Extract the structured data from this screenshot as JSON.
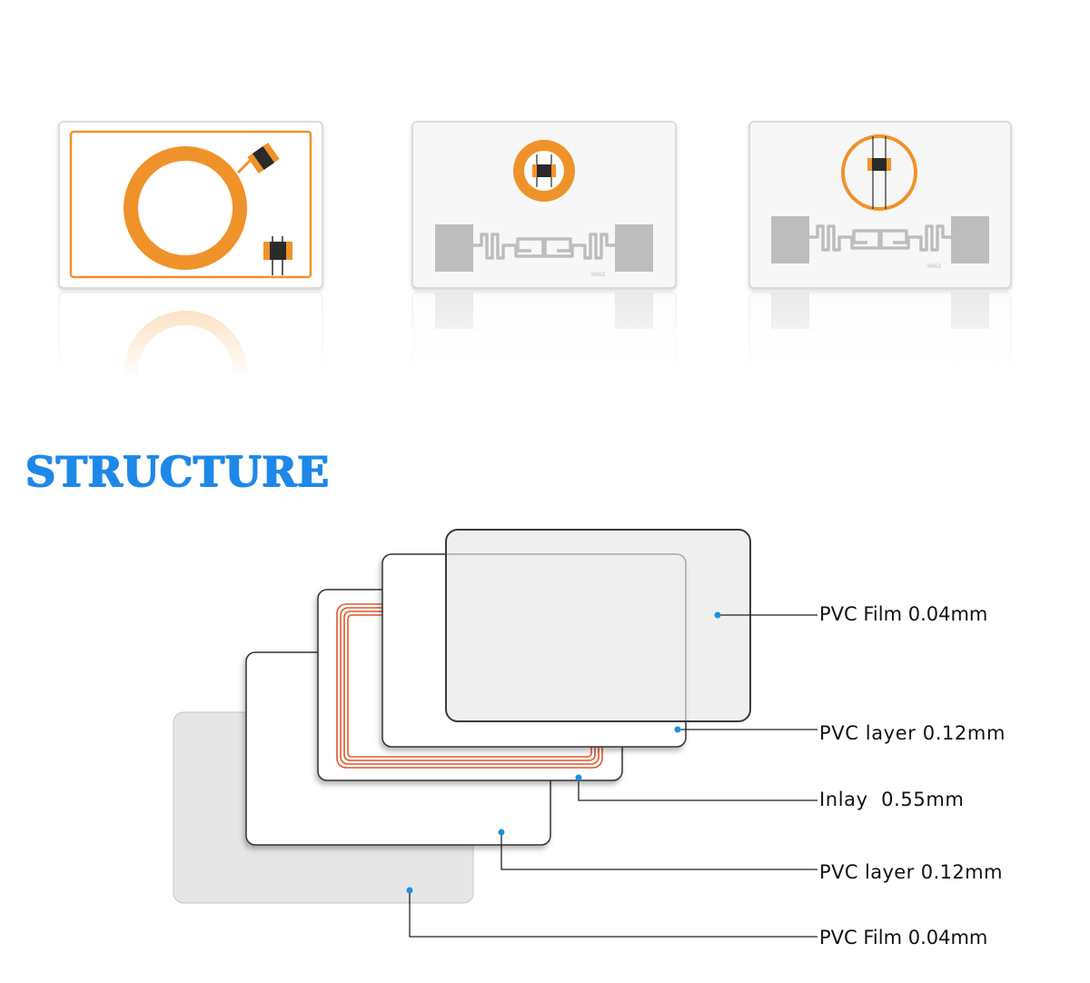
{
  "cards": [
    {
      "name": "hf-coil-card",
      "chip_code": ""
    },
    {
      "name": "uhf-ring-card",
      "chip_code": "9662"
    },
    {
      "name": "uhf-thin-ring-card",
      "chip_code": "9662"
    }
  ],
  "heading": "STRUCTURE",
  "layers": [
    {
      "label": "PVC Film 0.04mm"
    },
    {
      "label": "PVC layer 0.12mm"
    },
    {
      "label": "Inlay  0.55mm"
    },
    {
      "label": "PVC layer 0.12mm"
    },
    {
      "label": "PVC Film 0.04mm"
    }
  ],
  "colors": {
    "heading": "#1e88e8",
    "coil": "#f0922a",
    "antenna": "#b9b9b9",
    "inlay_wire": "#e3562e",
    "film": "#e6e6e6",
    "marker": "#1e90e0"
  }
}
